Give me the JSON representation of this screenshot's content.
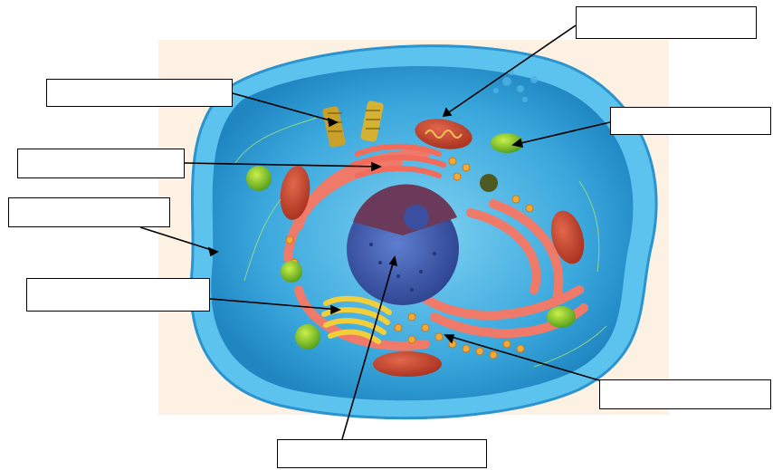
{
  "diagram": {
    "subject": "animal cell",
    "labels": [
      {
        "id": "mitochondrion",
        "text": ""
      },
      {
        "id": "centrioles",
        "text": ""
      },
      {
        "id": "vacuole",
        "text": ""
      },
      {
        "id": "smooth-er",
        "text": ""
      },
      {
        "id": "cell-membrane",
        "text": ""
      },
      {
        "id": "golgi",
        "text": ""
      },
      {
        "id": "ribosomes",
        "text": ""
      },
      {
        "id": "nucleus",
        "text": ""
      }
    ]
  },
  "colors": {
    "background": "#fdf3e7",
    "cytoplasm": "#3aa7dc",
    "membrane": "#5cc3ee",
    "nucleus": "#3b57a8",
    "er": "#f07a6a",
    "mitochondria": "#c8442e",
    "golgi": "#f2cf3a",
    "lysosome": "#7dbf2e",
    "ribosome": "#f2a93a"
  }
}
